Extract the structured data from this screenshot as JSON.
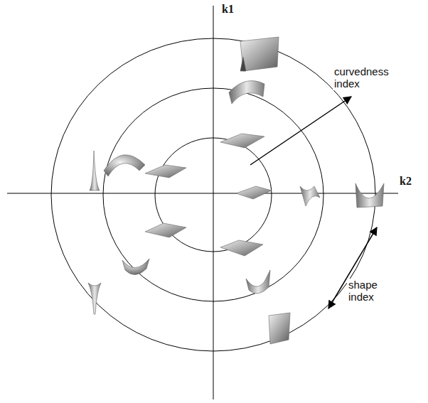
{
  "diagram": {
    "labels": [
      "k1",
      "k2",
      "curvedness index",
      "shape index"
    ]
  }
}
